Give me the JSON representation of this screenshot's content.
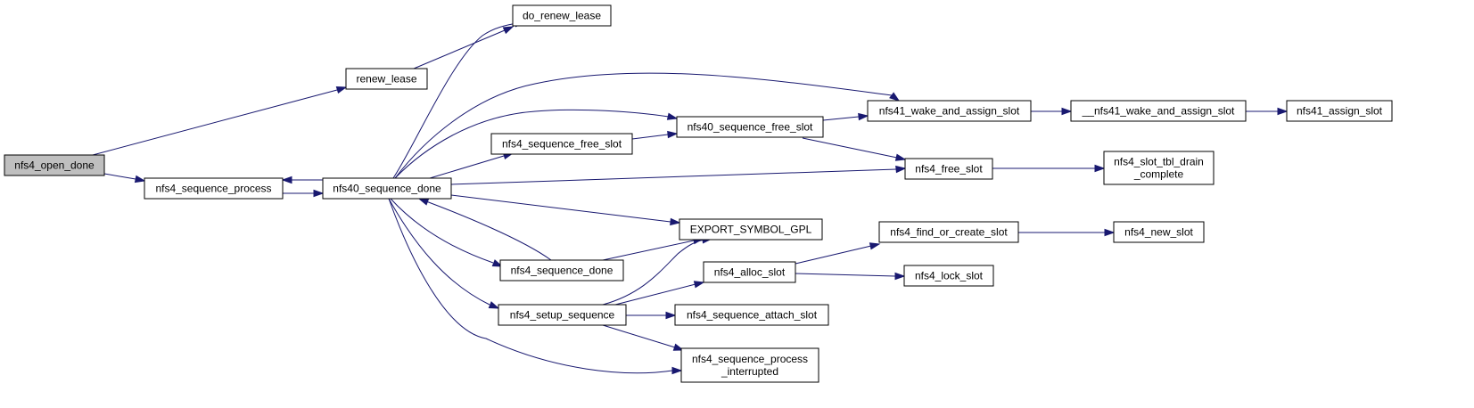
{
  "colors": {
    "edge": "#191970",
    "root_fill": "#bfbfbf",
    "node_fill": "#ffffff",
    "node_stroke": "#000000"
  },
  "nodes": [
    {
      "id": "nfs4_open_done",
      "lines": [
        "nfs4_open_done"
      ],
      "root": true
    },
    {
      "id": "renew_lease",
      "lines": [
        "renew_lease"
      ]
    },
    {
      "id": "nfs4_sequence_process",
      "lines": [
        "nfs4_sequence_process"
      ]
    },
    {
      "id": "do_renew_lease",
      "lines": [
        "do_renew_lease"
      ]
    },
    {
      "id": "nfs40_sequence_done",
      "lines": [
        "nfs40_sequence_done"
      ]
    },
    {
      "id": "nfs4_sequence_free_slot",
      "lines": [
        "nfs4_sequence_free_slot"
      ]
    },
    {
      "id": "nfs40_sequence_free_slot",
      "lines": [
        "nfs40_sequence_free_slot"
      ]
    },
    {
      "id": "nfs41_wake_and_assign_slot",
      "lines": [
        "nfs41_wake_and_assign_slot"
      ]
    },
    {
      "id": "__nfs41_wake_and_assign_slot",
      "lines": [
        "__nfs41_wake_and_assign_slot"
      ]
    },
    {
      "id": "nfs41_assign_slot",
      "lines": [
        "nfs41_assign_slot"
      ]
    },
    {
      "id": "nfs4_free_slot",
      "lines": [
        "nfs4_free_slot"
      ]
    },
    {
      "id": "nfs4_slot_tbl_drain_complete",
      "lines": [
        "nfs4_slot_tbl_drain",
        "_complete"
      ]
    },
    {
      "id": "EXPORT_SYMBOL_GPL",
      "lines": [
        "EXPORT_SYMBOL_GPL"
      ]
    },
    {
      "id": "nfs4_sequence_done",
      "lines": [
        "nfs4_sequence_done"
      ]
    },
    {
      "id": "nfs4_setup_sequence",
      "lines": [
        "nfs4_setup_sequence"
      ]
    },
    {
      "id": "nfs4_alloc_slot",
      "lines": [
        "nfs4_alloc_slot"
      ]
    },
    {
      "id": "nfs4_find_or_create_slot",
      "lines": [
        "nfs4_find_or_create_slot"
      ]
    },
    {
      "id": "nfs4_new_slot",
      "lines": [
        "nfs4_new_slot"
      ]
    },
    {
      "id": "nfs4_lock_slot",
      "lines": [
        "nfs4_lock_slot"
      ]
    },
    {
      "id": "nfs4_sequence_attach_slot",
      "lines": [
        "nfs4_sequence_attach_slot"
      ]
    },
    {
      "id": "nfs4_sequence_process_interrupted",
      "lines": [
        "nfs4_sequence_process",
        "_interrupted"
      ]
    }
  ],
  "edges": [
    {
      "from": "nfs4_open_done",
      "to": "renew_lease"
    },
    {
      "from": "nfs4_open_done",
      "to": "nfs4_sequence_process"
    },
    {
      "from": "renew_lease",
      "to": "do_renew_lease"
    },
    {
      "from": "nfs4_sequence_process",
      "to": "nfs40_sequence_done"
    },
    {
      "from": "nfs40_sequence_done",
      "to": "nfs4_sequence_process"
    },
    {
      "from": "nfs40_sequence_done",
      "to": "do_renew_lease"
    },
    {
      "from": "nfs40_sequence_done",
      "to": "nfs41_wake_and_assign_slot"
    },
    {
      "from": "nfs40_sequence_done",
      "to": "nfs40_sequence_free_slot"
    },
    {
      "from": "nfs40_sequence_done",
      "to": "nfs4_sequence_free_slot"
    },
    {
      "from": "nfs40_sequence_done",
      "to": "nfs4_free_slot"
    },
    {
      "from": "nfs40_sequence_done",
      "to": "EXPORT_SYMBOL_GPL"
    },
    {
      "from": "nfs40_sequence_done",
      "to": "nfs4_sequence_done"
    },
    {
      "from": "nfs40_sequence_done",
      "to": "nfs4_setup_sequence"
    },
    {
      "from": "nfs40_sequence_done",
      "to": "nfs4_sequence_process_interrupted"
    },
    {
      "from": "nfs4_sequence_free_slot",
      "to": "nfs40_sequence_free_slot"
    },
    {
      "from": "nfs40_sequence_free_slot",
      "to": "nfs41_wake_and_assign_slot"
    },
    {
      "from": "nfs40_sequence_free_slot",
      "to": "nfs4_free_slot"
    },
    {
      "from": "nfs41_wake_and_assign_slot",
      "to": "__nfs41_wake_and_assign_slot"
    },
    {
      "from": "__nfs41_wake_and_assign_slot",
      "to": "nfs41_assign_slot"
    },
    {
      "from": "nfs4_free_slot",
      "to": "nfs4_slot_tbl_drain_complete"
    },
    {
      "from": "nfs4_sequence_done",
      "to": "nfs40_sequence_done"
    },
    {
      "from": "nfs4_sequence_done",
      "to": "EXPORT_SYMBOL_GPL"
    },
    {
      "from": "nfs4_setup_sequence",
      "to": "EXPORT_SYMBOL_GPL"
    },
    {
      "from": "nfs4_setup_sequence",
      "to": "nfs4_alloc_slot"
    },
    {
      "from": "nfs4_setup_sequence",
      "to": "nfs4_sequence_attach_slot"
    },
    {
      "from": "nfs4_setup_sequence",
      "to": "nfs4_sequence_process_interrupted"
    },
    {
      "from": "nfs4_alloc_slot",
      "to": "nfs4_find_or_create_slot"
    },
    {
      "from": "nfs4_alloc_slot",
      "to": "nfs4_lock_slot"
    },
    {
      "from": "nfs4_find_or_create_slot",
      "to": "nfs4_new_slot"
    }
  ]
}
